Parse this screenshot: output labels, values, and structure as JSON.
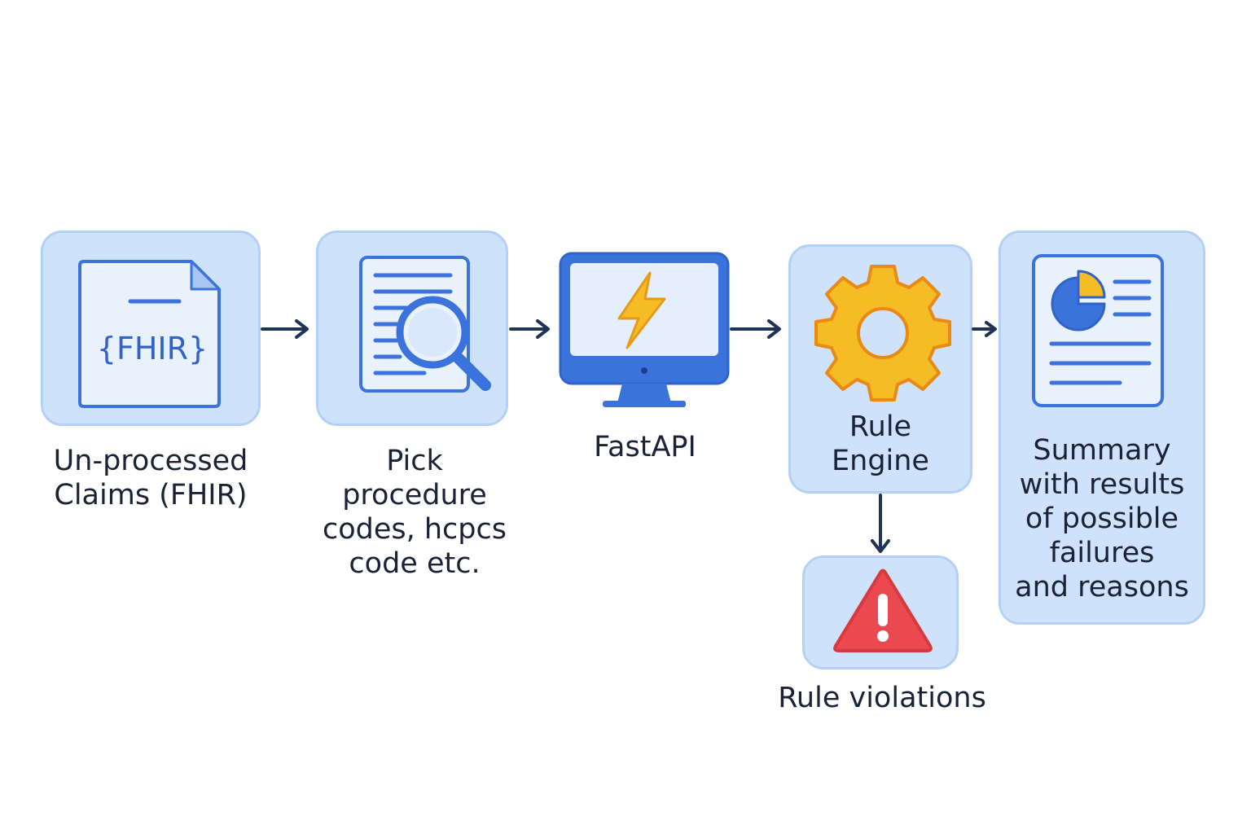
{
  "steps": {
    "claims": {
      "lines": [
        "Un-processed",
        "Claims (FHIR)"
      ],
      "icon_text": "{FHIR}",
      "icon": "fhir-document-icon"
    },
    "pick": {
      "lines": [
        "Pick",
        "procedure",
        "codes, hcpcs",
        "code etc."
      ],
      "icon": "document-search-icon"
    },
    "fastapi": {
      "lines": [
        "FastAPI"
      ],
      "icon": "monitor-lightning-icon"
    },
    "rule_engine": {
      "lines": [
        "Rule",
        "Engine"
      ],
      "icon": "gear-icon"
    },
    "summary": {
      "lines": [
        "Summary",
        "with results",
        "of possible",
        "failures",
        "and reasons"
      ],
      "icon": "report-chart-icon"
    },
    "violations": {
      "lines": [
        "Rule violations"
      ],
      "icon": "warning-icon"
    }
  },
  "colors": {
    "tile_fill": "#cfe2fb",
    "tile_border": "#b3d0f6",
    "icon_blue": "#3b73dc",
    "gear_yellow": "#f5bc25",
    "warning_red": "#ea4a4f",
    "arrow": "#1f3355",
    "text": "#1a2236"
  }
}
